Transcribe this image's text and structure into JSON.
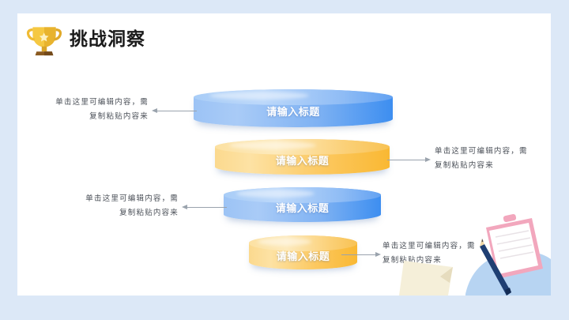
{
  "slide": {
    "title": "挑战洞察",
    "title_icon": "trophy-icon",
    "background_color": "#dce8f7",
    "card_color": "#ffffff"
  },
  "funnel": {
    "accent_blue": "#5a9cf3",
    "accent_orange": "#fbc košar",
    "steps": [
      {
        "label": "请输入标题",
        "color": "blue",
        "color_hex": "#5a9cf3",
        "caption_line1": "单击这里可编辑内容，需",
        "caption_line2": "复制粘贴内容来",
        "caption_side": "left"
      },
      {
        "label": "请输入标题",
        "color": "orange",
        "color_hex": "#fac košar",
        "caption_line1": "单击这里可编辑内容，需",
        "caption_line2": "复制粘贴内容来",
        "caption_side": "right"
      },
      {
        "label": "请输入标题",
        "color": "blue",
        "color_hex": "#5a9cf3",
        "caption_line1": "单击这里可编辑内容，需",
        "caption_line2": "复制粘贴内容来",
        "caption_side": "left"
      },
      {
        "label": "请输入标题",
        "color": "orange",
        "color_hex": "#fac košar",
        "caption_line1": "单击这里可编辑内容，需",
        "caption_line2": "复制粘贴内容来",
        "caption_side": "right"
      }
    ]
  },
  "decor": {
    "clipboard_color": "#f2a7bd",
    "pencil_color": "#1f3f73",
    "envelope_color": "#f5efd9",
    "wave_color": "#b7d4f2",
    "pie_blue": "#4f7fc7",
    "pie_pink": "#f4b9cd"
  }
}
